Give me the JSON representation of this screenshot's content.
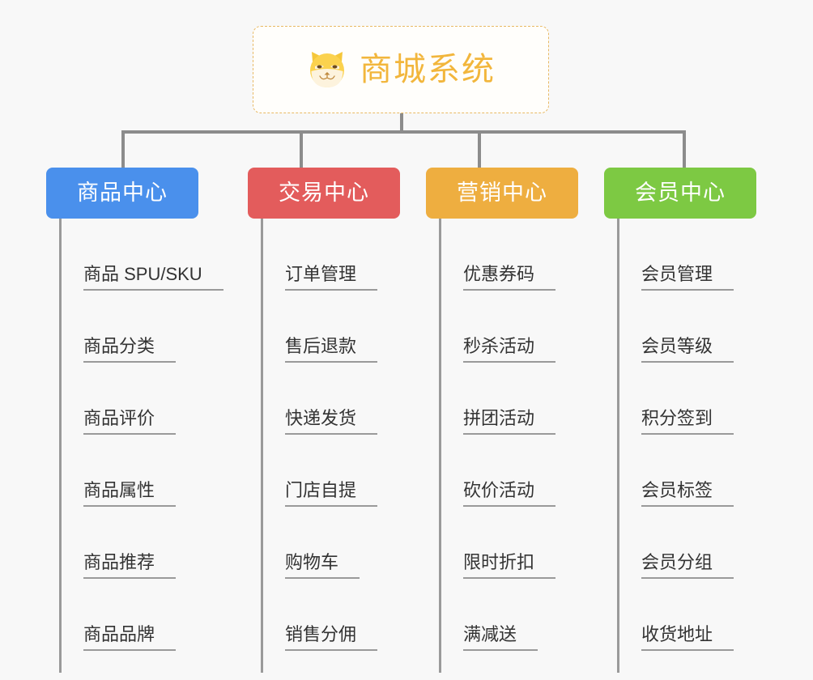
{
  "page": {
    "background_color": "#f8f8f8",
    "type": "org-chart"
  },
  "root": {
    "icon": "shiba-dog-face-icon",
    "title": "商城系统",
    "title_color": "#f2b63c",
    "border_color": "#e8b964",
    "background_color": "#fffefb"
  },
  "connector": {
    "color": "#8c8c8c"
  },
  "columns": [
    {
      "id": "product-center",
      "label": "商品中心",
      "color": "#4a90ec",
      "items": [
        "商品 SPU/SKU",
        "商品分类",
        "商品评价",
        "商品属性",
        "商品推荐",
        "商品品牌"
      ]
    },
    {
      "id": "trade-center",
      "label": "交易中心",
      "color": "#e35c5c",
      "items": [
        "订单管理",
        "售后退款",
        "快递发货",
        "门店自提",
        "购物车",
        "销售分佣"
      ]
    },
    {
      "id": "marketing-center",
      "label": "营销中心",
      "color": "#eeae40",
      "items": [
        "优惠券码",
        "秒杀活动",
        "拼团活动",
        "砍价活动",
        "限时折扣",
        "满减送"
      ]
    },
    {
      "id": "member-center",
      "label": "会员中心",
      "color": "#7dc943",
      "items": [
        "会员管理",
        "会员等级",
        "积分签到",
        "会员标签",
        "会员分组",
        "收货地址"
      ]
    }
  ]
}
